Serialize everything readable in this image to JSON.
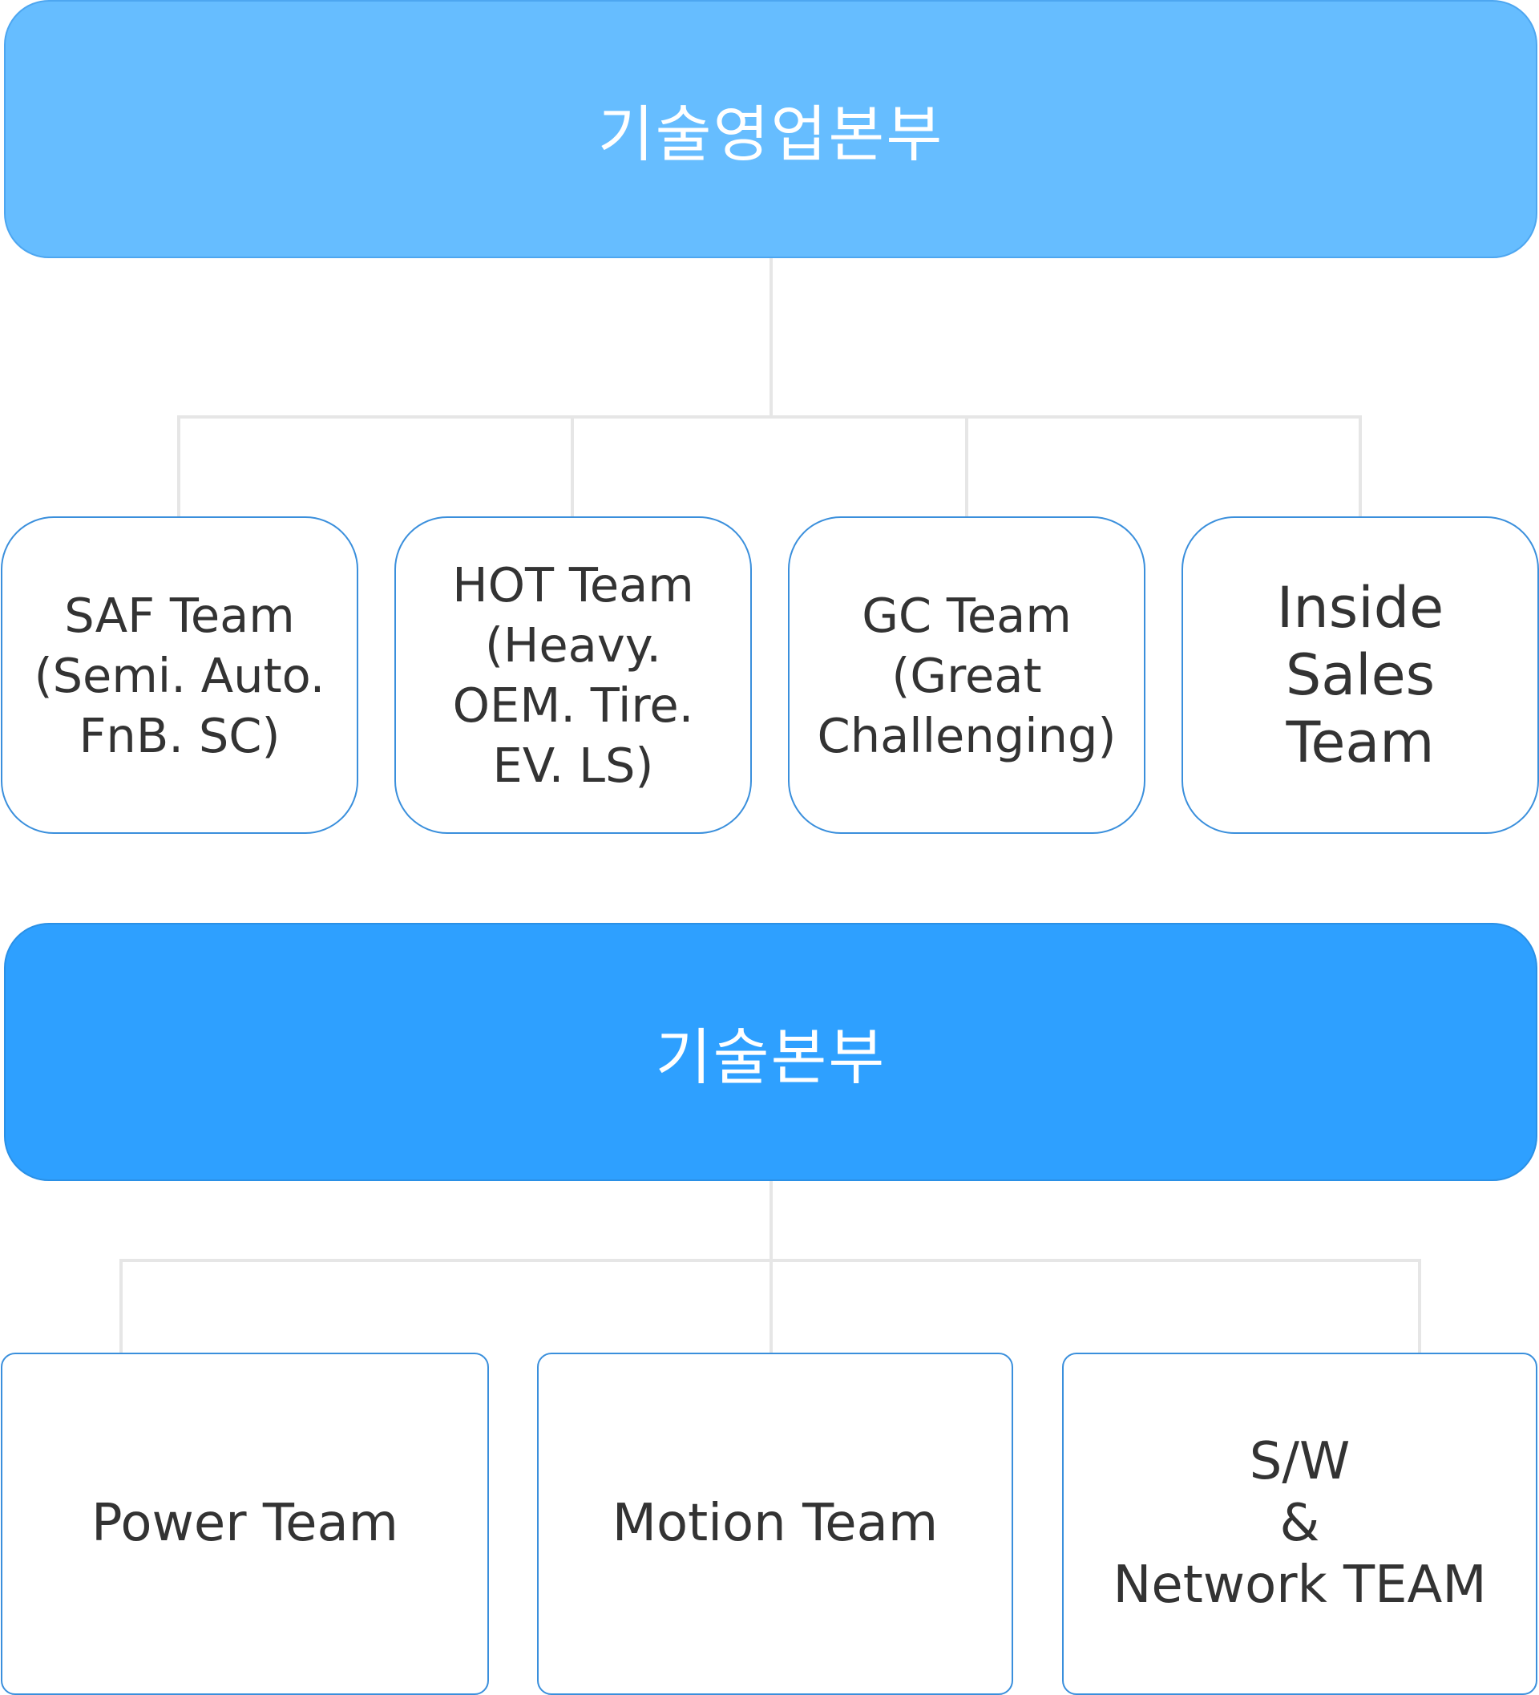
{
  "divisions": {
    "sales": {
      "name": "기술영업본부",
      "teams": [
        {
          "lines": [
            "SAF Team",
            "(Semi. Auto.",
            "FnB. SC)"
          ]
        },
        {
          "lines": [
            "HOT Team",
            "(Heavy.",
            "OEM. Tire.",
            "EV. LS)"
          ]
        },
        {
          "lines": [
            "GC Team",
            "(Great",
            "Challenging)"
          ]
        },
        {
          "lines": [
            "Inside",
            "Sales",
            "Team"
          ]
        }
      ]
    },
    "tech": {
      "name": "기술본부",
      "teams": [
        {
          "lines": [
            "Power Team"
          ]
        },
        {
          "lines": [
            "Motion Team"
          ]
        },
        {
          "lines": [
            "S/W",
            "&",
            "Network TEAM"
          ]
        }
      ]
    }
  },
  "colors": {
    "sales_division": "#66bdff",
    "tech_division": "#2ea0ff",
    "team_border": "#3a8fdc",
    "connector": "#e6e6e6",
    "team_text": "#333333"
  }
}
